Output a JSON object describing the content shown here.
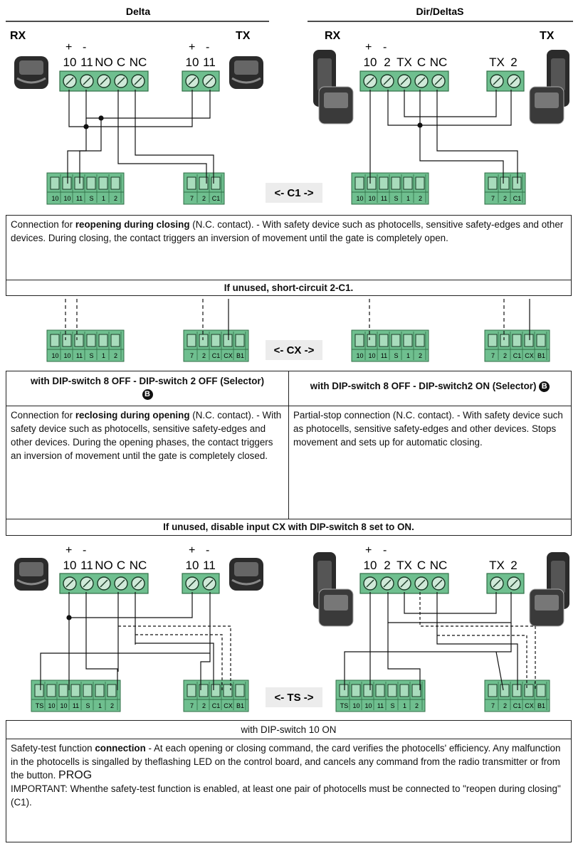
{
  "headers": {
    "left": "Delta",
    "right": "Dir/DeltaS"
  },
  "labels": {
    "rx": "RX",
    "tx": "TX",
    "plus": "+",
    "minus": "-"
  },
  "strips": {
    "delta_rx": [
      "10",
      "11",
      "NO",
      "C",
      "NC"
    ],
    "delta_tx": [
      "10",
      "11"
    ],
    "dir_rx": [
      "10",
      "2",
      "TX",
      "C",
      "NC"
    ],
    "dir_tx": [
      "TX",
      "2"
    ]
  },
  "boards": {
    "a": [
      "10",
      "10",
      "11",
      "S",
      "1",
      "2"
    ],
    "b": [
      "7",
      "2",
      "C1"
    ],
    "c": [
      "7",
      "2",
      "C1",
      "CX",
      "B1"
    ],
    "d": [
      "TS",
      "10",
      "10",
      "11",
      "S",
      "1",
      "2"
    ]
  },
  "modes": {
    "c1": "<- C1 ->",
    "cx": "<- CX ->",
    "ts": "<- TS ->"
  },
  "c1": {
    "desc_pre": "Connection for ",
    "desc_bold": "reopening during closing",
    "desc_post": " (N.C. contact). - With safety device such as photocells, sensitive safety-edges and other devices. During closing, the contact triggers an inversion of movement until the gate is completely open.",
    "note": "If unused, short-circuit 2-C1."
  },
  "cx": {
    "left_title": "with DIP-switch 8 OFF - DIP-switch 2 OFF (Selector)",
    "right_title": "with DIP-switch 8 OFF - DIP-switch2 ON (Selector)",
    "badge": "B",
    "left_pre": "Connection for ",
    "left_bold": "reclosing during opening",
    "left_post": " (N.C. contact). - With safety device such as photocells, sensitive safety-edges and other devices. During the opening phases, the contact triggers an inversion of movement until the gate is completely closed.",
    "right_desc": "Partial-stop connection (N.C. contact). - With safety device such as photocells, sensitive safety-edges and other devices. Stops movement and sets up for automatic closing.",
    "note": "If unused, disable input CX with DIP-switch 8 set to ON."
  },
  "ts": {
    "title": "with DIP-switch 10 ON",
    "p1_pre": "Safety-test function ",
    "p1_bold": "connection",
    "p1_post": " - At each opening or closing command, the card verifies the photocells' efficiency. Any malfunction in the photocells is singalled by theflashing LED on the control board, and cancels any command from the radio transmitter or from the button.",
    "p1_prog": "PROG",
    "p2": "IMPORTANT: Whenthe safety-test function is enabled, at least one pair of photocells must be connected to \"reopen during closing\" (C1)."
  },
  "colors": {
    "terminal": "#6fbf8f",
    "terminal_dark": "#2f6e45",
    "wire": "#111111",
    "device": "#333333"
  }
}
